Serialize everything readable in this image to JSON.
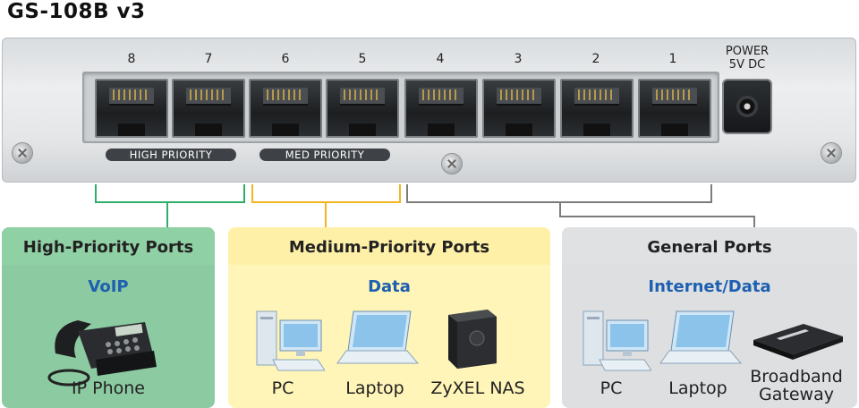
{
  "title": "GS-108B v3",
  "ports": [
    "8",
    "7",
    "6",
    "5",
    "4",
    "3",
    "2",
    "1"
  ],
  "power_label": [
    "POWER",
    "5V DC"
  ],
  "priority_labels": {
    "high": "HIGH PRIORITY",
    "med": "MED PRIORITY"
  },
  "panels": {
    "high": {
      "heading": "High-Priority Ports",
      "sub": "VoIP",
      "devices": [
        "IP Phone"
      ]
    },
    "medium": {
      "heading": "Medium-Priority Ports",
      "sub": "Data",
      "devices": [
        "PC",
        "Laptop",
        "ZyXEL NAS"
      ]
    },
    "general": {
      "heading": "General Ports",
      "sub": "Internet/Data",
      "devices": [
        "PC",
        "Laptop",
        "Broadband",
        "Gateway"
      ]
    }
  },
  "colors": {
    "high": "#2fae6a",
    "medium": "#f3b522",
    "general": "#7a7d80",
    "sub_text": "#1d5fb0"
  }
}
